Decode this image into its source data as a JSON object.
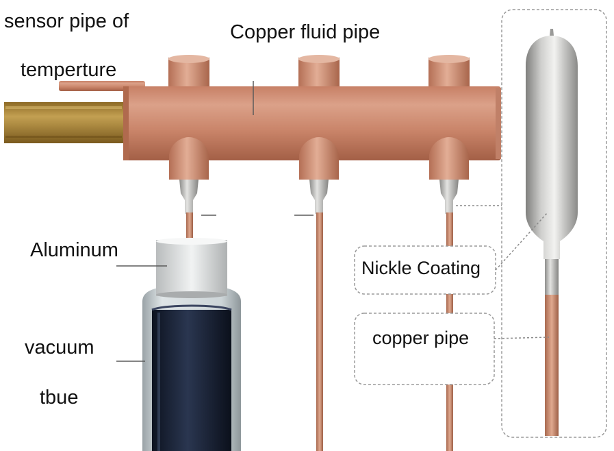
{
  "labels": {
    "sensor_line1": "sensor pipe of",
    "sensor_line2": "temperture",
    "copper_fluid_pipe": "Copper fluid pipe",
    "aluminum": "Aluminum",
    "nickle_coating": "Nickle Coating",
    "copper_pipe": "copper pipe",
    "vacuum_line1": "vacuum",
    "vacuum_line2": "tbue"
  },
  "colors": {
    "copper": "#d28f72",
    "copper_dark": "#b06a4e",
    "brass": "#a88335",
    "nickel": "#b4b4b2",
    "aluminum": "#d9dcdd",
    "glass": "#c7cfd2",
    "absorber": "#172033",
    "callout_border": "#9a9a9a",
    "leader_line": "#5a5a5a"
  }
}
